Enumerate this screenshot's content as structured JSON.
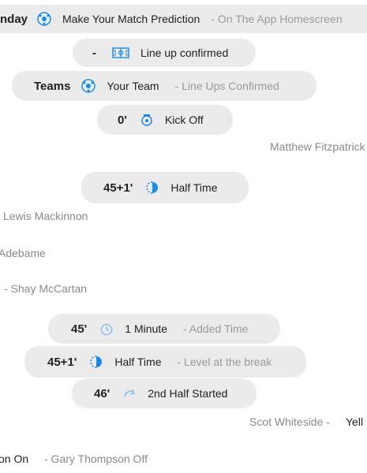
{
  "events": {
    "prediction": {
      "day_fragment": "nday",
      "label": "Make Your Match Prediction",
      "sub": "- On The App Homescreen"
    },
    "lineup": {
      "time": "-",
      "label": "Line up confirmed"
    },
    "teams": {
      "time": "Teams",
      "label": "Your Team",
      "sub": "- Line Ups Confirmed"
    },
    "kickoff": {
      "time": "0'",
      "label": "Kick Off"
    },
    "halftime1": {
      "time": "45+1'",
      "label": "Half Time"
    },
    "added": {
      "time": "45'",
      "label": "1 Minute",
      "sub": "- Added Time"
    },
    "halftime2": {
      "time": "45+1'",
      "label": "Half Time",
      "sub": "- Level at the break"
    },
    "second_half": {
      "time": "46'",
      "label": "2nd Half Started"
    }
  },
  "lines": {
    "fitzpatrick": "Matthew Fitzpatrick",
    "mackinnon": "Lewis Mackinnon",
    "adebame": "Adebame",
    "mccartan": "- Shay McCartan",
    "whiteside": "Scot Whiteside -",
    "whiteside_card": "Yell",
    "sub_on": "on On",
    "sub_off": "- Gary Thompson Off"
  },
  "colors": {
    "pill": "#ebebeb",
    "accent": "#1e88e5",
    "muted": "#9a9a9a"
  }
}
